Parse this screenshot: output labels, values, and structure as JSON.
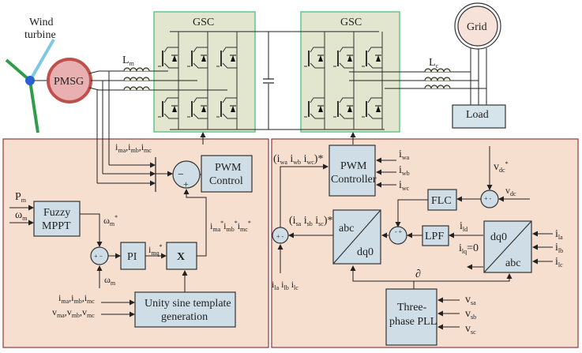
{
  "title": "PMSG wind energy conversion system with MSC and GSC control",
  "power_stage": {
    "wind_turbine_label_1": "Wind",
    "wind_turbine_label_2": "turbine",
    "generator": "PMSG",
    "machine_inductor": "L",
    "machine_inductor_sub": "m",
    "converter_left": "GSC",
    "converter_right": "GSC",
    "grid_inductor": "L",
    "grid_inductor_sub": "c",
    "grid": "Grid",
    "load": "Load"
  },
  "left_control": {
    "current_feedback": "i",
    "current_feedback_full": "ima,imb,imc",
    "pwm_block_1": "PWM",
    "pwm_block_2": "Control",
    "pm": "P",
    "pm_sub": "m",
    "wm": "ω",
    "wm_sub": "m",
    "fuzzy_1": "Fuzzy",
    "fuzzy_2": "MPPT",
    "wm_ref": "ωm*",
    "pi": "PI",
    "imq_ref": "imq*",
    "multiplier": "X",
    "ref_currents": "ima* imb* imc*",
    "sine_1": "Unity sine template",
    "sine_2": "generation",
    "sine_in_i": "ima,imb,imc",
    "sine_in_v": "vma,vmb,vmc",
    "wm_feedback": "ωm",
    "sum_minus": "−",
    "sum_plus": "+"
  },
  "right_control": {
    "iw_ref": "(iwa iwb iwc)*",
    "pwm_1": "PWM",
    "pwm_2": "Controller",
    "iwa": "iwa",
    "iwb": "iwb",
    "iwc": "iwc",
    "vdc_ref": "vdc*",
    "vdc": "vdc",
    "flc": "FLC",
    "is_ref": "(isa isb isc)*",
    "abc_dq0_top": "abc",
    "abc_dq0_bot": "dq0",
    "lpf": "LPF",
    "ild": "ild",
    "ilq": "ilq=0",
    "dq0_abc_top": "dq0",
    "dq0_abc_bot": "abc",
    "ila": "ila",
    "ilb": "ilb",
    "ilc": "ilc",
    "il_all": "ila ilb ilc",
    "theta": "∂",
    "pll_1": "Three-",
    "pll_2": "phase PLL",
    "vsa": "vsa",
    "vsb": "vsb",
    "vsc": "vsc"
  },
  "colors": {
    "converter_fill": "#e3e6cf",
    "converter_border": "#5cc98c",
    "panel_fill": "#f6dfcf",
    "panel_border": "#8b3a3a",
    "block_fill": "#cfdde6",
    "pmsg_fill": "#e8b0b0",
    "pmsg_ring": "#c0504d",
    "grid_fill": "#f6e2d8",
    "turbine_hub": "#2a5fd0",
    "turbine_blade": "#2e9e4a"
  }
}
